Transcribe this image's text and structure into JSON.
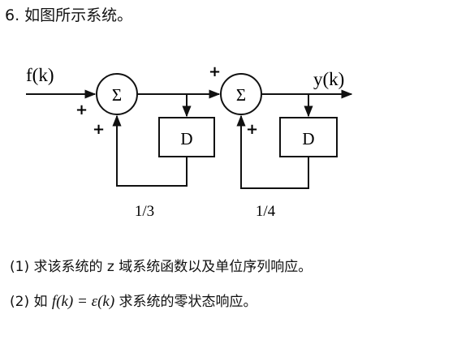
{
  "title": "6. 如图所示系统。",
  "diagram": {
    "input_label": "f(k)",
    "output_label": "y(k)",
    "adder_symbol": "Σ",
    "delay_label": "D",
    "plus_sign": "+",
    "gain_1": "1/3",
    "gain_2": "1/4"
  },
  "questions": {
    "q1": "(1) 求该系统的 z 域系统函数以及单位序列响应。",
    "q2_prefix": "(2) 如 ",
    "q2_math": "f(k) = ε(k)",
    "q2_suffix": " 求系统的零状态响应。"
  }
}
